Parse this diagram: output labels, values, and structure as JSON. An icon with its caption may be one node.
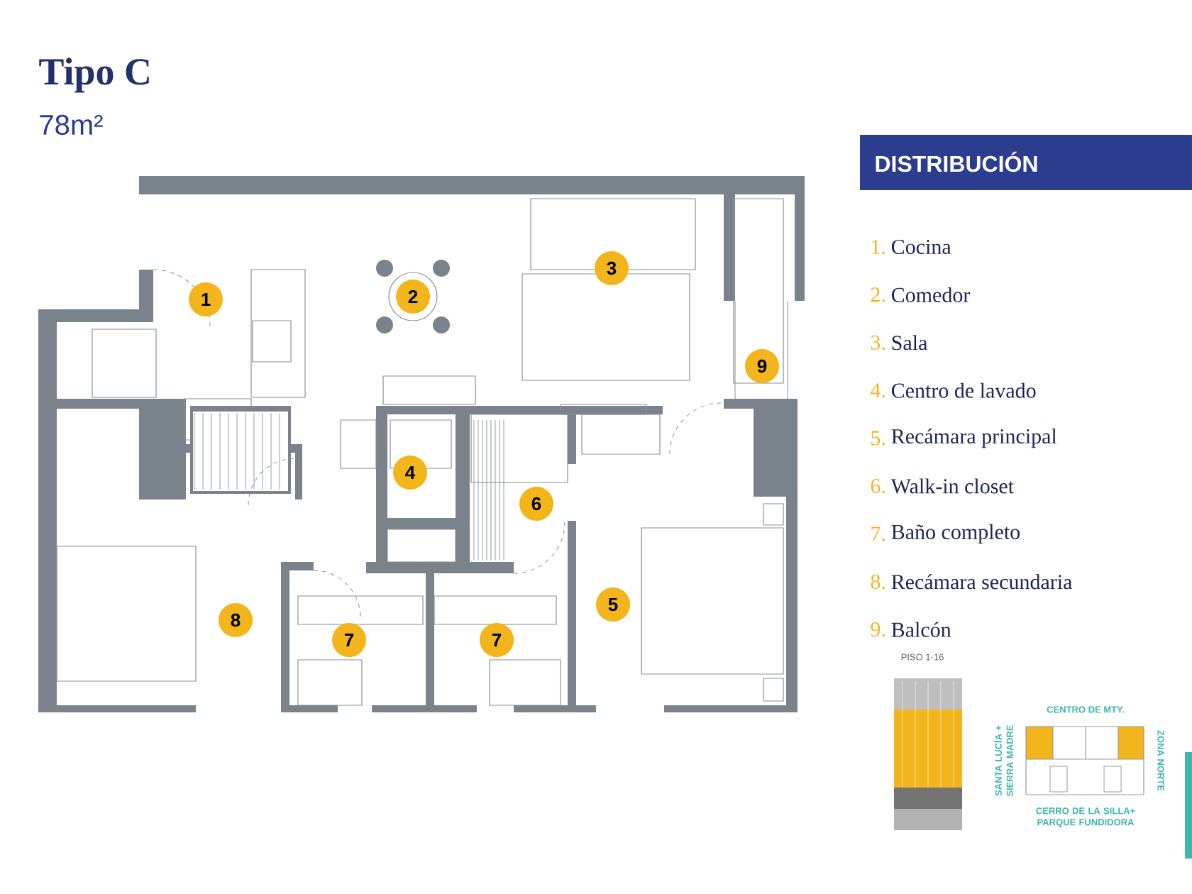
{
  "diagram": {
    "title": "Tipo C",
    "labels": [
      "78m²",
      "1",
      "2",
      "3",
      "4",
      "5",
      "6",
      "7",
      "7",
      "8",
      "9",
      "DISTRIBUCIÓN",
      "1.",
      "Cocina",
      "2.",
      "Comedor",
      "3.",
      "Sala",
      "4.",
      "Centro de lavado",
      "5.",
      "Recámara principal",
      "6.",
      "Walk-in closet",
      "7.",
      "Baño completo",
      "8.",
      "Recámara secundaria",
      "9.",
      "Balcón",
      "PISO 1-16",
      "CENTRO DE MTY.",
      "SANTA LUCÍA + SIERRA MADRE",
      "ZONA NORTE",
      "CERRO DE LA SILLA+ PARQUE FUNDIDORA"
    ]
  }
}
